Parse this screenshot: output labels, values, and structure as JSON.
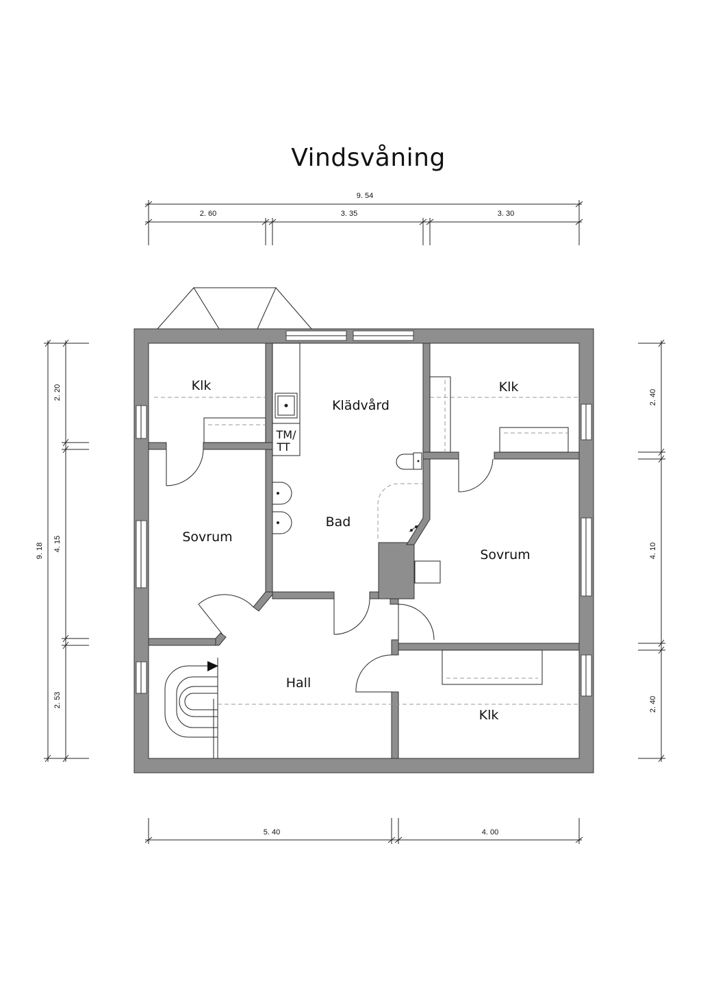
{
  "title": "Vindsvåning",
  "rooms": {
    "klk_top_left": "Klk",
    "kladvard": "Klädvård",
    "tm": "TM/",
    "tt": "TT",
    "klk_top_right": "Klk",
    "sovrum_left": "Sovrum",
    "bad": "Bad",
    "sovrum_right": "Sovrum",
    "hall": "Hall",
    "klk_bottom_right": "Klk"
  },
  "dimensions": {
    "top_total": "9. 54",
    "top_1": "2. 60",
    "top_2": "3. 35",
    "top_3": "3. 30",
    "bottom_1": "5. 40",
    "bottom_2": "4. 00",
    "left_total": "9. 18",
    "left_1": "2. 20",
    "left_2": "4. 15",
    "left_3": "2. 53",
    "right_1": "2. 40",
    "right_2": "4. 10",
    "right_3": "2. 40"
  }
}
